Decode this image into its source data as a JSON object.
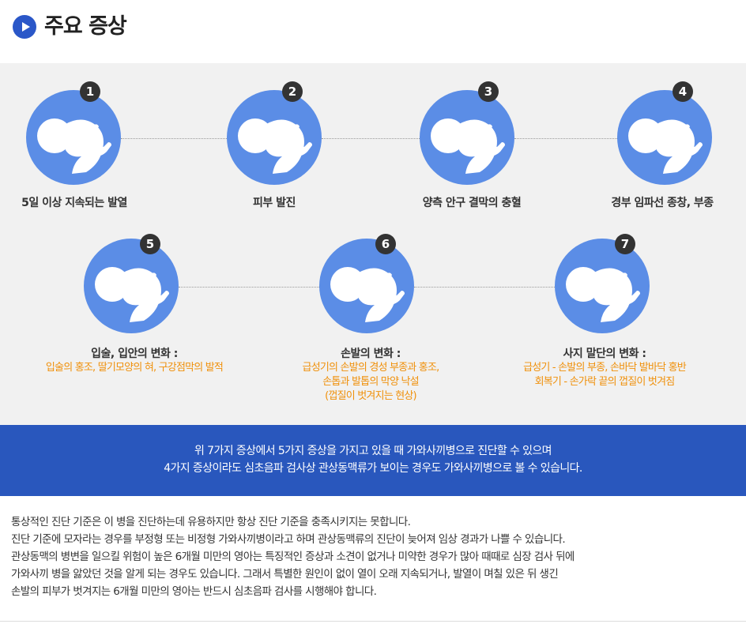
{
  "header": {
    "title": "주요 증상"
  },
  "symptoms": [
    {
      "number": "1",
      "label": "5일 이상 지속되는 발열",
      "desc": []
    },
    {
      "number": "2",
      "label": "피부 발진",
      "desc": []
    },
    {
      "number": "3",
      "label": "양측 안구 결막의 충혈",
      "desc": []
    },
    {
      "number": "4",
      "label": "경부 임파선 종창, 부종",
      "desc": []
    },
    {
      "number": "5",
      "label": "입술, 입안의 변화 :",
      "desc": [
        "입술의 홍조, 딸기모양의 혀, 구강점막의 발적"
      ]
    },
    {
      "number": "6",
      "label": "손발의 변화 :",
      "desc": [
        "급성기의 손발의 경성 부종과 홍조,",
        "손톱과 발톱의 막양 낙설",
        "(껍질이 벗겨지는 현상)"
      ]
    },
    {
      "number": "7",
      "label": "사지 말단의 변화 :",
      "desc": [
        "급성기 - 손발의 부종, 손바닥 발바닥 홍반",
        "회복기 - 손가락 끝의 껍질이 벗겨짐"
      ]
    }
  ],
  "banner": {
    "lines": [
      "위 7가지 증상에서 5가지 증상을 가지고 있을 때 가와사끼병으로 진단할 수 있으며",
      "4가지 증상이라도 심초음파 검사상 관상동맥류가 보이는 경우도 가와사끼병으로 볼 수 있습니다."
    ]
  },
  "body": {
    "lines": [
      "통상적인 진단 기준은 이 병을 진단하는데 유용하지만 항상 진단 기준을 충족시키지는 못합니다.",
      "진단 기준에 모자라는 경우를 부정형 또는 비정형 가와사끼병이라고 하며 관상동맥류의 진단이 늦어져 임상 경과가 나쁠 수 있습니다.",
      "관상동맥의 병변을 일으킬 위험이 높은 6개월 미만의 영아는 특징적인 증상과 소견이 없거나 미약한 경우가 많아 때때로 심장 검사 뒤에",
      "가와사끼 병을 앓았던 것을 알게 되는 경우도 있습니다. 그래서 특별한 원인이 없이 열이 오래 지속되거나, 발열이 며칠 있은 뒤 생긴",
      "손발의 피부가 벗겨지는 6개월 미만의 영아는 반드시 심초음파 검사를 시행해야 합니다."
    ]
  }
}
